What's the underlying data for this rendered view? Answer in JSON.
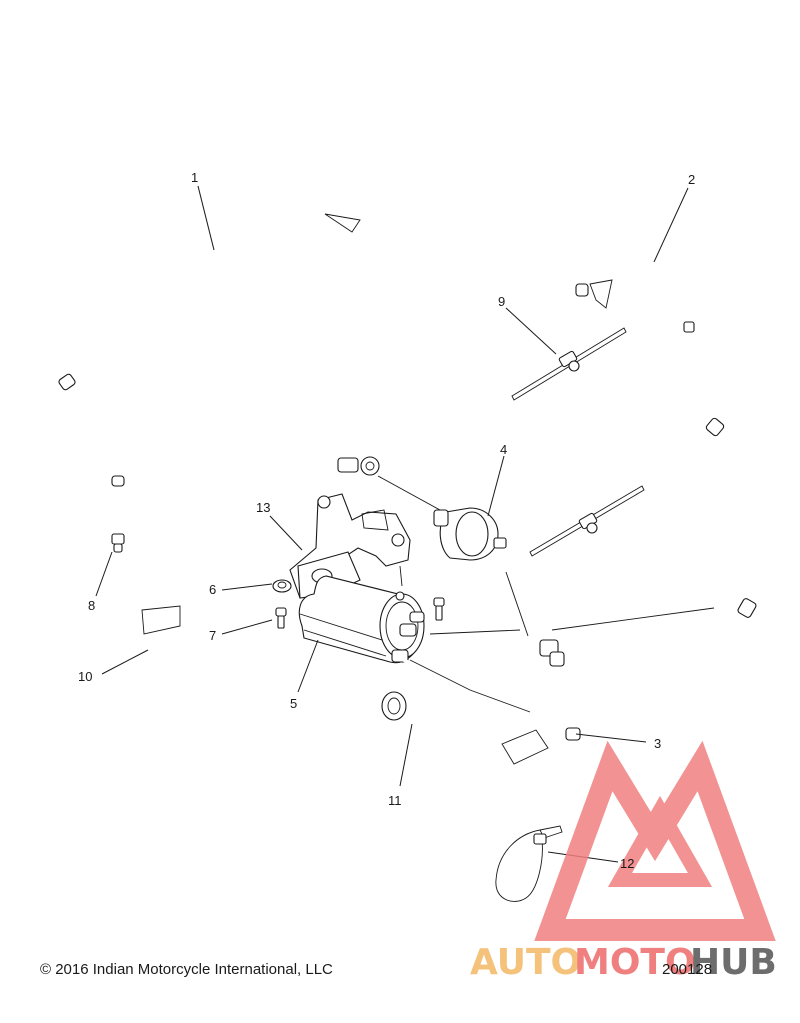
{
  "diagram": {
    "callouts": [
      "1",
      "2",
      "3",
      "4",
      "5",
      "6",
      "7",
      "8",
      "9",
      "10",
      "11",
      "12",
      "13"
    ]
  },
  "footer": {
    "copyright": "© 2016 Indian Motorcycle International, LLC",
    "drawing_number": "200128"
  },
  "watermark": {
    "text_part1": "AUTO",
    "text_part2": "MOTO",
    "text_part3": "HUB",
    "color_primary": "#f08080",
    "color_secondary": "#f4c27a",
    "color_dark": "#6d6d6d"
  }
}
